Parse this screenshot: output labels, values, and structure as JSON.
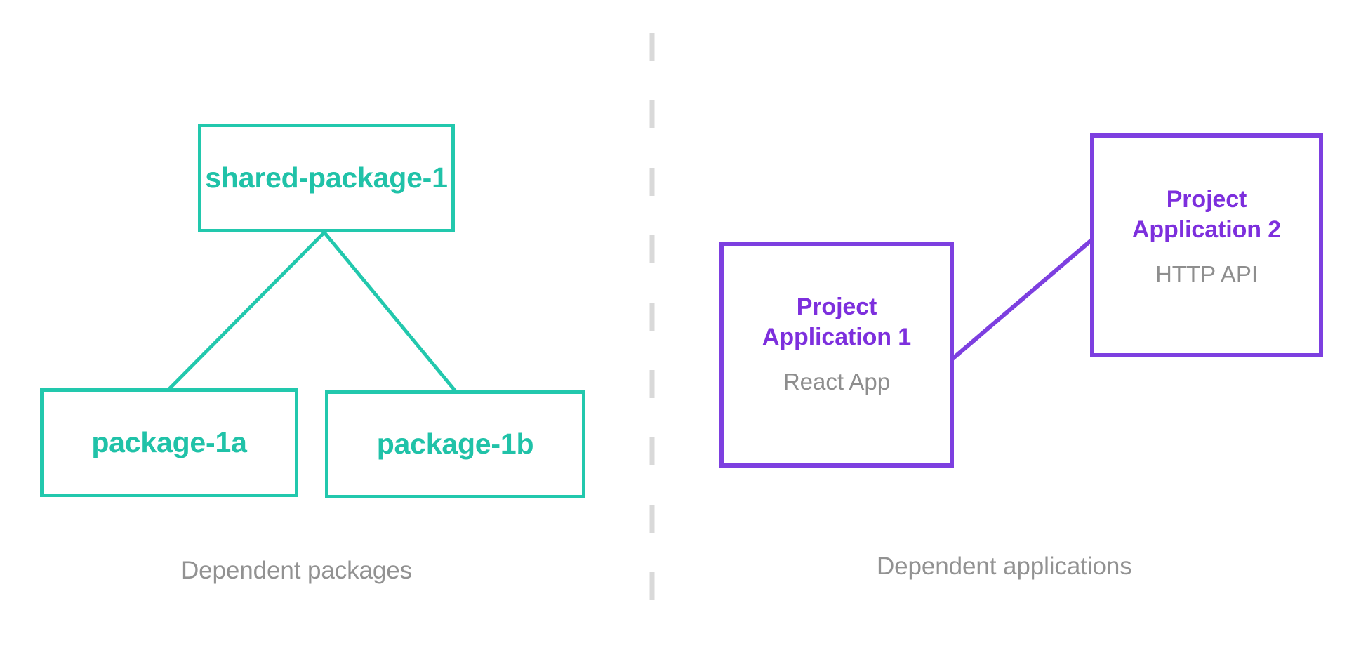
{
  "diagram": {
    "background_color": "#ffffff",
    "palette": {
      "package_color": "#22c8ad",
      "application_color": "#7d3fe0",
      "muted_text_color": "#8e8e8e",
      "caption_color": "#929292",
      "divider_color": "#d9d9d9"
    },
    "divider": {
      "name": "vertical-dashed-divider",
      "orientation": "vertical",
      "style": "dashed"
    },
    "groups": [
      {
        "id": "packages",
        "caption": "Dependent packages",
        "nodes": [
          {
            "id": "shared-package-1",
            "title": "shared-package-1",
            "subtitle": ""
          },
          {
            "id": "package-1a",
            "title": "package-1a",
            "subtitle": ""
          },
          {
            "id": "package-1b",
            "title": "package-1b",
            "subtitle": ""
          }
        ],
        "edges": [
          {
            "from": "shared-package-1",
            "to": "package-1a"
          },
          {
            "from": "shared-package-1",
            "to": "package-1b"
          }
        ]
      },
      {
        "id": "applications",
        "caption": "Dependent applications",
        "nodes": [
          {
            "id": "application-1",
            "title": "Project\nApplication 1",
            "title_line1": "Project",
            "title_line2": "Application 1",
            "subtitle": "React App"
          },
          {
            "id": "application-2",
            "title": "Project\nApplication 2",
            "title_line1": "Project",
            "title_line2": "Application 2",
            "subtitle": "HTTP API"
          }
        ],
        "edges": [
          {
            "from": "application-1",
            "to": "application-2"
          }
        ]
      }
    ]
  }
}
